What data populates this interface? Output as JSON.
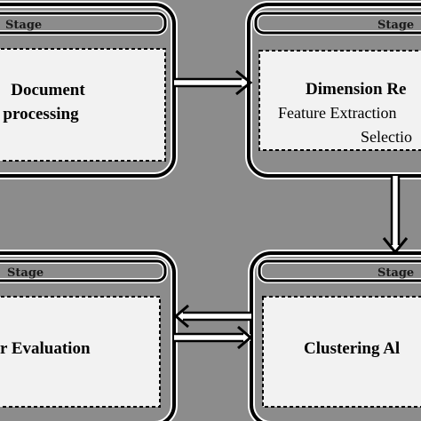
{
  "stages": {
    "top_left": {
      "label": "Stage",
      "title_line1": "Document",
      "title_line2": "processing"
    },
    "top_right": {
      "label": "Stage",
      "title_line1": "Dimension Re",
      "sub_line1": "Feature Extraction",
      "sub_line2": "Selectio"
    },
    "bottom_left": {
      "label": "Stage",
      "title_line1": "r Evaluation"
    },
    "bottom_right": {
      "label": "Stage",
      "title_line1": "Clustering Al"
    }
  },
  "colors": {
    "background": "#8c8c8c",
    "frame": "#000000",
    "box_fill": "#f2f2f2",
    "header_stroke": "#ffffff"
  }
}
